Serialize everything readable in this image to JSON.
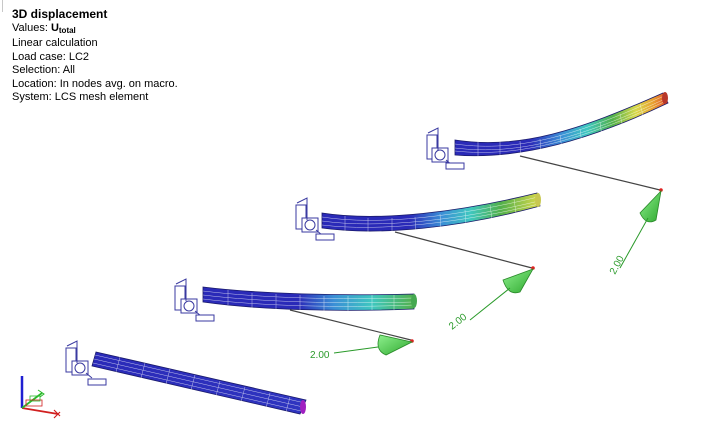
{
  "info_panel": {
    "title": "3D displacement",
    "values_label": "Values: ",
    "values_symbol": "U",
    "values_subscript": "total",
    "calculation": "Linear calculation",
    "load_case": "Load case: LC2",
    "selection": "Selection: All",
    "location": "Location: In nodes avg. on macro.",
    "system": "System: LCS mesh element"
  },
  "load_labels": [
    "2.00",
    "2.00",
    "2.00"
  ],
  "colors": {
    "low": "#2a2ab8",
    "mid_low": "#3b8fd6",
    "mid": "#3fc7c0",
    "mid_high": "#52b04a",
    "high": "#d9d94a",
    "max": "#e04a2a",
    "load_arrow": "#4cc94c",
    "support": "#3a3aa0",
    "axis_x": "#d11f1f",
    "axis_y": "#29b829",
    "axis_z": "#1f1fd1"
  },
  "icons": {
    "support": "fixed-support-icon",
    "load": "point-load-cone-icon",
    "axes": "coordinate-axes-icon"
  }
}
